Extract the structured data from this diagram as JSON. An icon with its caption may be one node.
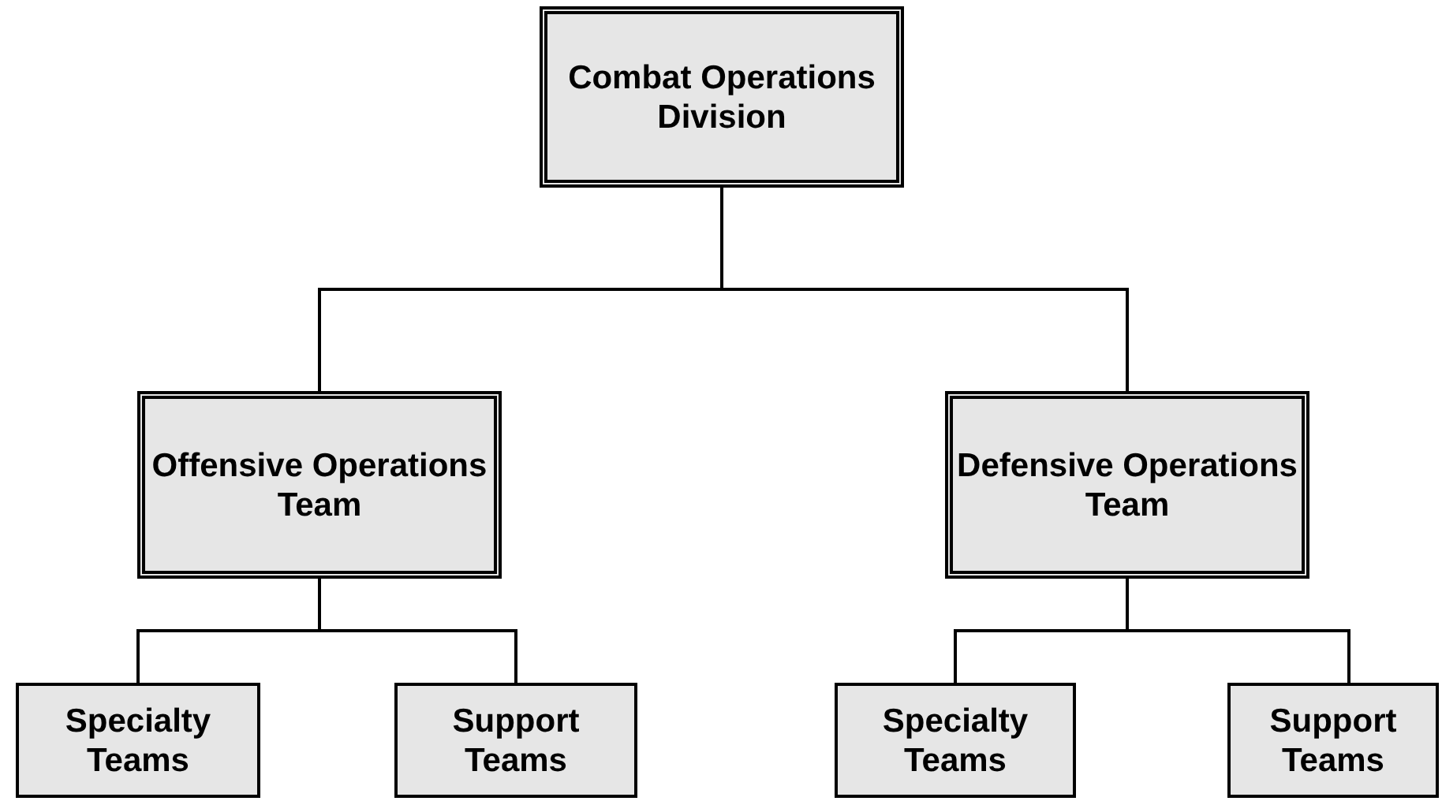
{
  "diagram": {
    "nodes": [
      {
        "text": [
          "Combat Operations Division"
        ]
      },
      {
        "text": [
          "Offensive Operations Team"
        ]
      },
      {
        "text": [
          "Defensive Operations Team"
        ]
      },
      {
        "text": [
          "Specialty Teams"
        ]
      },
      {
        "text": [
          "Support Teams"
        ]
      },
      {
        "text": [
          "Specialty Teams"
        ]
      },
      {
        "text": [
          "Support Teams"
        ]
      }
    ],
    "edges": [
      {
        "from": 0,
        "to": 1,
        "arrow": "none"
      },
      {
        "from": 0,
        "to": 2,
        "arrow": "none"
      },
      {
        "from": 1,
        "to": 3,
        "arrow": "none"
      },
      {
        "from": 1,
        "to": 4,
        "arrow": "none"
      },
      {
        "from": 2,
        "to": 5,
        "arrow": "none"
      },
      {
        "from": 2,
        "to": 6,
        "arrow": "none"
      }
    ]
  }
}
